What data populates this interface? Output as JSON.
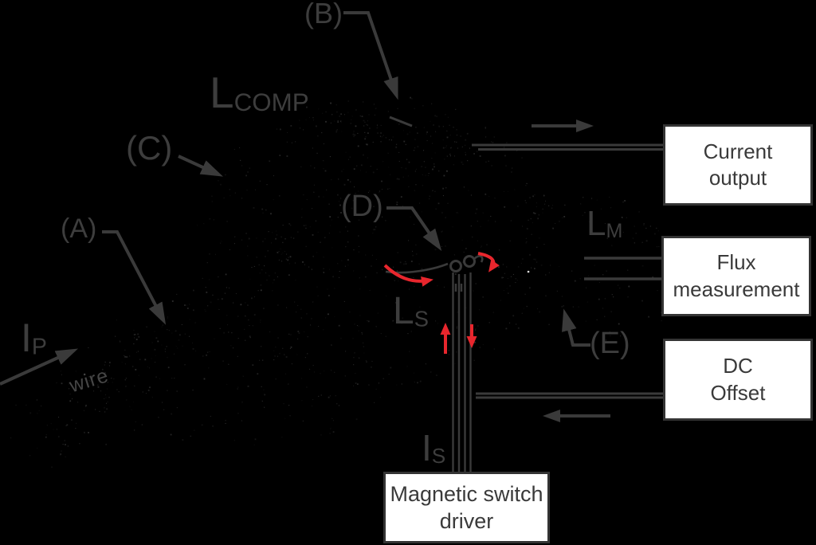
{
  "colors": {
    "background": "#000000",
    "ink": "#3a3a3a",
    "red_accent": "#e8262d",
    "box_background": "#ffffff",
    "box_border": "#343434"
  },
  "annotations": {
    "a": "(A)",
    "b": "(B)",
    "c": "(C)",
    "d": "(D)",
    "e": "(E)"
  },
  "inductors": {
    "comp": {
      "main": "L",
      "sub": "COMP"
    },
    "sense": {
      "main": "L",
      "sub": "S"
    },
    "measure": {
      "main": "L",
      "sub": "M"
    }
  },
  "currents": {
    "primary": {
      "main": "I",
      "sub": "P"
    },
    "secondary": {
      "main": "I",
      "sub": "S"
    }
  },
  "wire_label": "wire",
  "boxes": {
    "current_output": {
      "lines": [
        "Current",
        "output"
      ]
    },
    "flux_measurement": {
      "lines": [
        "Flux",
        "measurement"
      ]
    },
    "dc_offset": {
      "lines": [
        "DC",
        "Offset"
      ]
    },
    "magnetic_switch_driver": {
      "lines": [
        "Magnetic switch",
        "driver"
      ]
    }
  }
}
